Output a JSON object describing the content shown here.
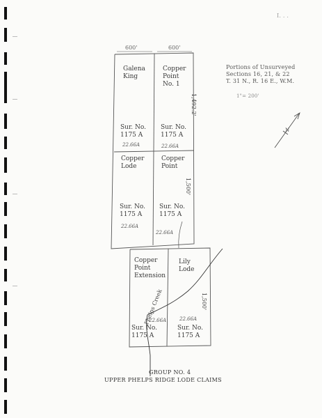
{
  "corner_mark": "I. . .",
  "top_dims": {
    "left": "600'",
    "right": "600'"
  },
  "claims": {
    "galena_king": {
      "name": "Galena\nKing",
      "survey": "Sur. No.\n1175 A",
      "acres": "22.66A"
    },
    "copper_point_no1": {
      "name": "Copper\nPoint\nNo. 1",
      "survey": "Sur. No.\n1175 A",
      "acres": "22.66A"
    },
    "copper_lode": {
      "name": "Copper\nLode",
      "survey": "Sur. No.\n1175 A",
      "acres": "22.66A"
    },
    "copper_point": {
      "name": "Copper\nPoint",
      "survey": "Sur. No.\n1175 A",
      "acres": "22.66A"
    },
    "copper_point_extension": {
      "name": "Copper\nPoint\nExtension",
      "survey": "Sur. No.\n1175 A",
      "acres": "22.66A"
    },
    "lily_lode": {
      "name": "Lily\nLode",
      "survey": "Sur. No.\n1175 A",
      "acres": "22.66A"
    }
  },
  "side_dims": {
    "upper": "1,492.2'",
    "middle": "1,500'",
    "lower": "1,500'"
  },
  "creek_label": "Phelps Creek",
  "location_note": "Portions of Unsurveyed\nSections 16, 21, & 22\nT. 31 N., R. 16 E., W.M.",
  "scale_note": "1\"= 200'",
  "north_label": "N",
  "caption": {
    "line1": "GROUP NO. 4",
    "line2": "UPPER PHELPS RIDGE LODE CLAIMS"
  }
}
